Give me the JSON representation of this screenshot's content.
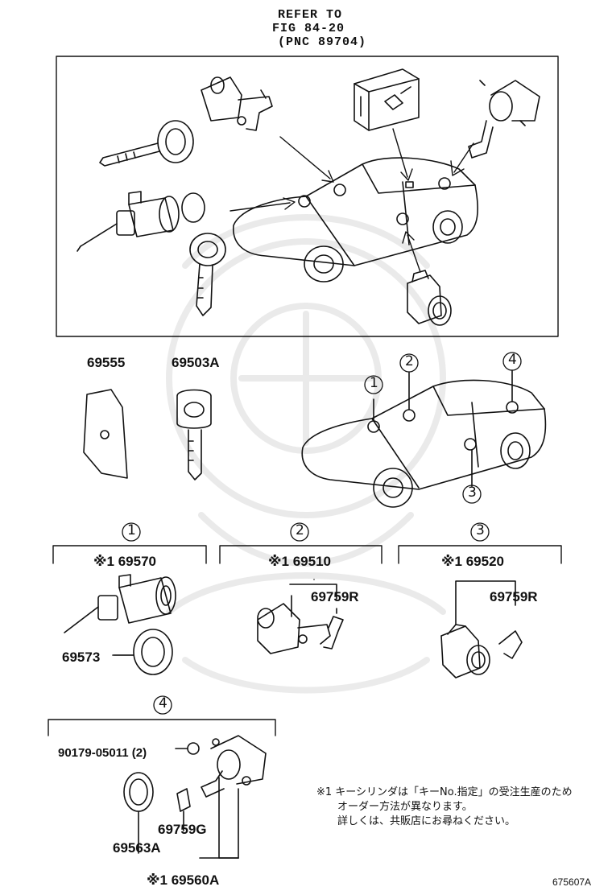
{
  "header": {
    "refer_line1": "REFER TO",
    "refer_line2": "FIG 84-20",
    "refer_line3": "(PNC 89704)"
  },
  "parts": {
    "p69555": "69555",
    "p69503A": "69503A",
    "p69570": "※1 69570",
    "p69573": "69573",
    "p69510": "※1 69510",
    "p69759R_a": "69759R",
    "p69520": "※1 69520",
    "p69759R_b": "69759R",
    "p90179": "90179-05011 (2)",
    "p69759G": "69759G",
    "p69563A": "69563A",
    "p69560A": "※1 69560A"
  },
  "callouts": {
    "c1": "1",
    "c2": "2",
    "c3": "3",
    "c4": "4"
  },
  "note": {
    "line1": "※1 キーシリンダは「キーNo.指定」の受注生産のため",
    "line2": "オーダー方法が異なります。",
    "line3": "詳しくは、共販店にお尋ねください。"
  },
  "figure_id": "675607A"
}
